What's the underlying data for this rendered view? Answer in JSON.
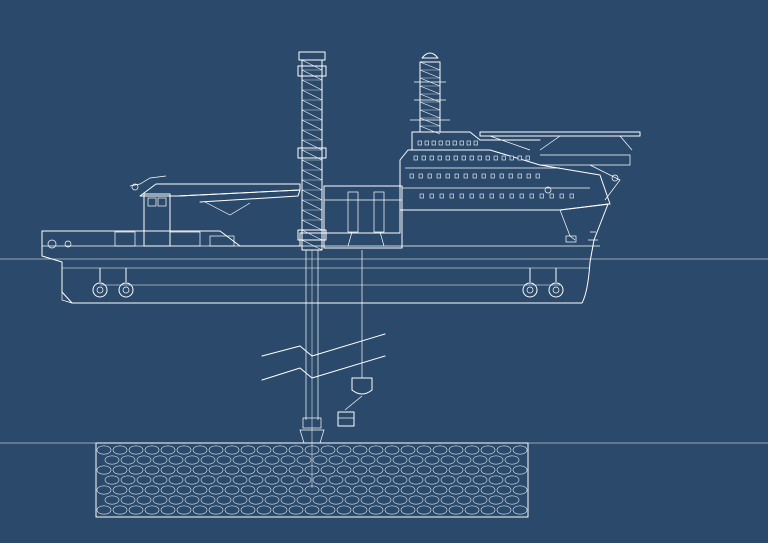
{
  "colors": {
    "background": "#2b4a6b",
    "line": "#ffffff",
    "line_soft": "#dfe8f2",
    "seabed_fill": "#2f5075",
    "window_fill": "#2b4a6b"
  },
  "drawing": {
    "subject": "offshore-construction-vessel-side-elevation",
    "elements": [
      "hull",
      "superstructure",
      "bridge-mast",
      "drilling-tower",
      "knuckle-boom-crane",
      "helideck",
      "moonpool-pipe",
      "azimuth-thrusters",
      "lifted-module",
      "seabed-template",
      "seabed-rock-layer"
    ]
  }
}
